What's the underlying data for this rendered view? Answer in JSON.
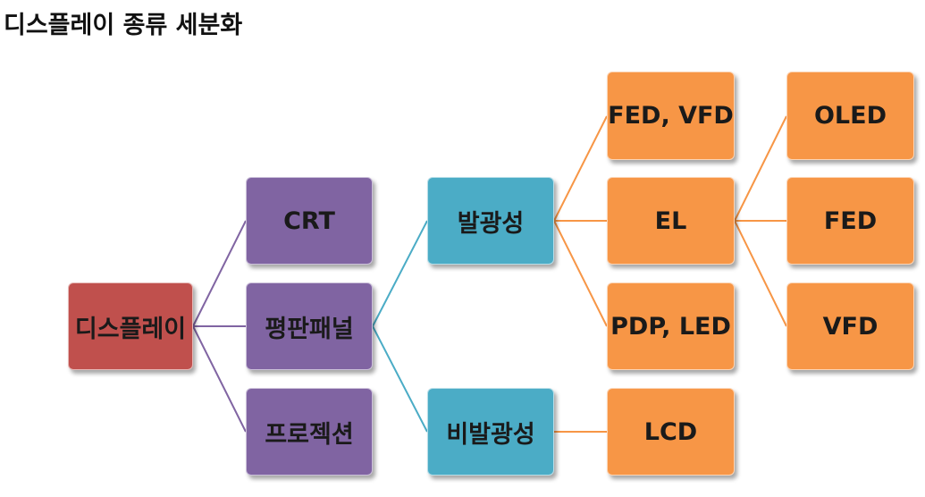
{
  "title": "디스플레이 종류 세분화",
  "colors": {
    "root": "#c0504d",
    "level1": "#8064a2",
    "level2": "#4bacc6",
    "level3": "#f79646",
    "line_root": "#8064a2",
    "line_level1": "#4bacc6",
    "line_level2": "#f79646"
  },
  "nodes": {
    "root": "디스플레이",
    "crt": "CRT",
    "flat_panel": "평판패널",
    "projection": "프로젝션",
    "emissive": "발광성",
    "non_emissive": "비발광성",
    "fed_vfd": "FED, VFD",
    "el": "EL",
    "pdp_led": "PDP, LED",
    "lcd": "LCD",
    "oled": "OLED",
    "fed": "FED",
    "vfd": "VFD"
  }
}
